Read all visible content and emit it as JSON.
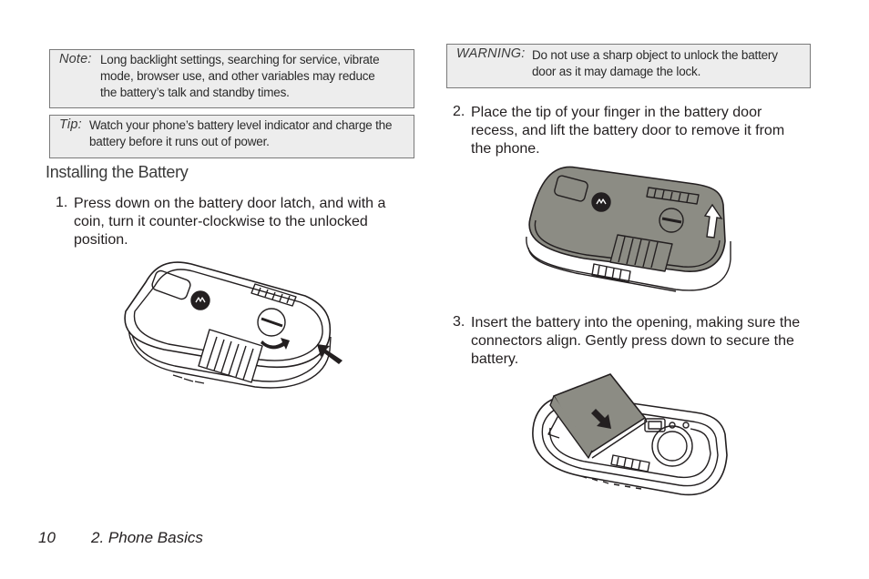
{
  "note": {
    "label": "Note:",
    "lines": [
      "Long backlight settings, searching for service, vibrate",
      "mode,  browser use, and other variables may reduce",
      "the battery’s talk and standby times."
    ]
  },
  "tip": {
    "label": "Tip:",
    "lines": [
      "Watch your phone’s battery level indicator and charge the",
      "battery before it runs out of power."
    ]
  },
  "warning": {
    "label": "WARNING:",
    "lines": [
      "Do not use a sharp object to unlock the battery",
      "door as it may damage the lock."
    ]
  },
  "section_heading": "Installing the Battery",
  "steps": [
    {
      "number": "1.",
      "lines": [
        "Press down on the battery door latch, and with a",
        "coin, turn it counter-clockwise to the unlocked",
        "position."
      ]
    },
    {
      "number": "2.",
      "lines": [
        "Place the tip of your finger in the battery door",
        "recess, and lift the battery door to remove it from",
        "the phone."
      ]
    },
    {
      "number": "3.",
      "lines": [
        "Insert the battery into the opening, making sure the",
        "connectors align. Gently press down to secure the",
        "battery."
      ]
    }
  ],
  "footer": {
    "page_number": "10",
    "section": "2. Phone Basics"
  }
}
